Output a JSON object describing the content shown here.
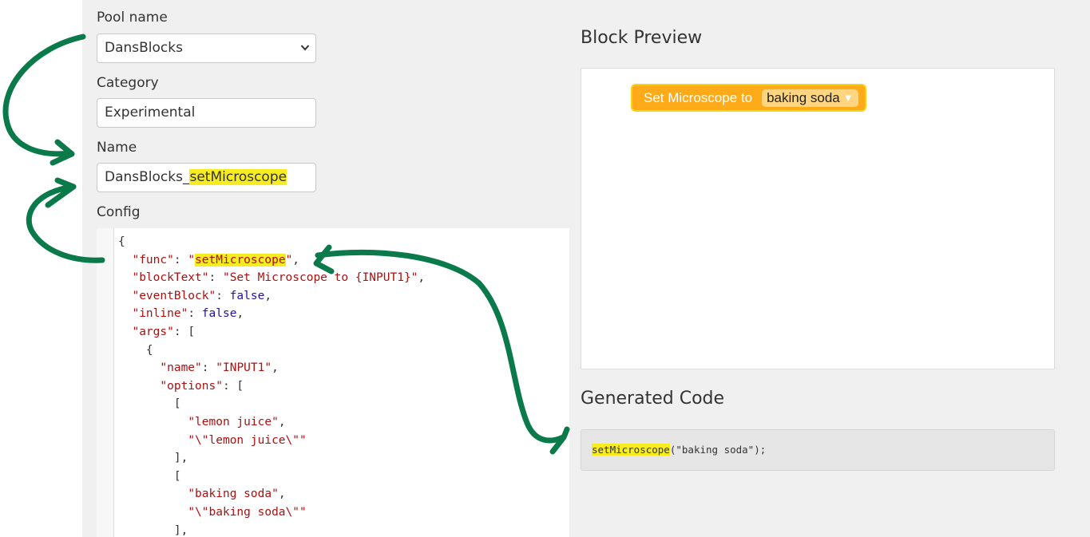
{
  "form": {
    "pool_label": "Pool name",
    "pool_value": "DansBlocks",
    "category_label": "Category",
    "category_value": "Experimental",
    "name_label": "Name",
    "name_prefix": "DansBlocks_",
    "name_suffix": "setMicroscope",
    "config_label": "Config"
  },
  "config_lines": [
    "{",
    "  \"func\": \"setMicroscope\",",
    "  \"blockText\": \"Set Microscope to {INPUT1}\",",
    "  \"eventBlock\": false,",
    "  \"inline\": false,",
    "  \"args\": [",
    "    {",
    "      \"name\": \"INPUT1\",",
    "      \"options\": [",
    "        [",
    "          \"lemon juice\",",
    "          \"\\\"lemon juice\\\"\"",
    "        ],",
    "        [",
    "          \"baking soda\",",
    "          \"\\\"baking soda\\\"\"",
    "        ],"
  ],
  "preview": {
    "heading": "Block Preview",
    "block_text": "Set Microscope to",
    "block_dropdown": "baking soda",
    "dropdown_arrow": "▼"
  },
  "generated": {
    "heading": "Generated Code",
    "func": "setMicroscope",
    "args": "(\"baking soda\");"
  },
  "colors": {
    "highlight": "#f6ec1f",
    "annotation_arrow": "#0b7a4b",
    "block_fill": "#ffab19"
  },
  "icons": {
    "select_chevron": "chevron-down-icon"
  }
}
